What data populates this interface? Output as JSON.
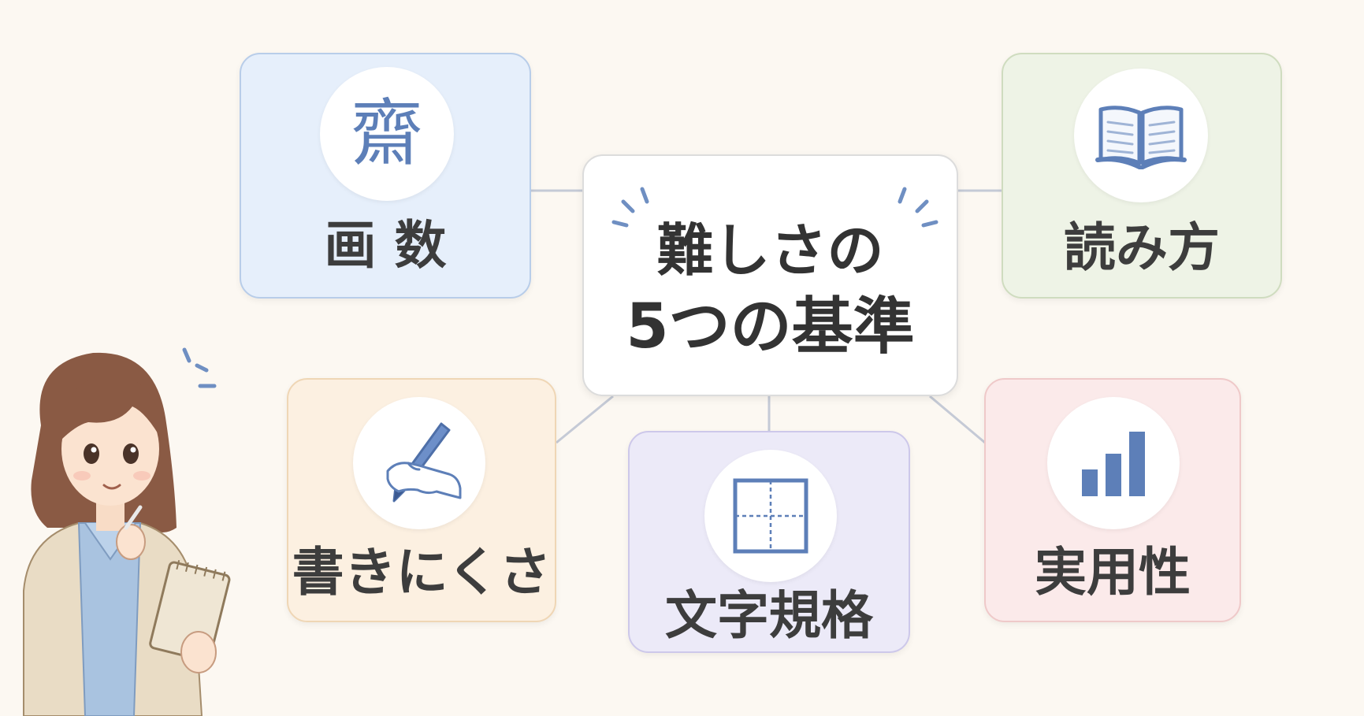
{
  "center": {
    "line1": "難しさの",
    "line2": "5つの基準"
  },
  "cards": {
    "kakusu": {
      "label": "画 数",
      "icon": "kanji-character-icon",
      "icon_text": "齋",
      "bg": "#e6effb",
      "border": "#b8cde9"
    },
    "yomikata": {
      "label": "読み方",
      "icon": "open-book-icon",
      "bg": "#eef3e6",
      "border": "#cfdcbf"
    },
    "kakinikusa": {
      "label": "書きにくさ",
      "icon": "hand-writing-pen-icon",
      "bg": "#fcf0e1",
      "border": "#efd6b5"
    },
    "kikaku": {
      "label": "文字規格",
      "icon": "character-grid-icon",
      "bg": "#eceaf8",
      "border": "#cdc8ea"
    },
    "jitsuyousei": {
      "label": "実用性",
      "icon": "bar-chart-icon",
      "bg": "#fbeaea",
      "border": "#efc9c9"
    }
  },
  "colors": {
    "icon_blue": "#5d7fb8",
    "link_line": "#c5cad6",
    "background": "#fcf8f2"
  }
}
